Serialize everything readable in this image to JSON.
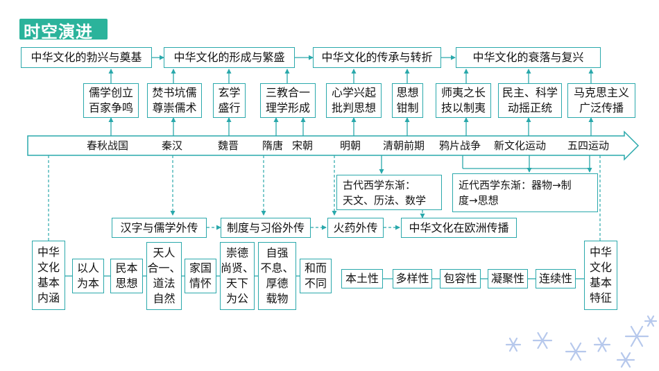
{
  "title": "时空演进",
  "top_row": [
    "中华文化的勃兴与奠基",
    "中华文化的形成与繁盛",
    "中华文化的传承与转折",
    "中华文化的衰落与复兴"
  ],
  "second_row": [
    "儒学创立\n百家争鸣",
    "焚书坑儒\n尊崇儒术",
    "玄学\n盛行",
    "三教合一\n理学形成",
    "心学兴起\n批判思想",
    "思想\n钳制",
    "师夷之长\n技以制夷",
    "民主、科学\n动摇正统",
    "马克思主义\n广泛传播"
  ],
  "timeline": [
    "春秋战国",
    "秦汉",
    "魏晋",
    "隋唐",
    "宋朝",
    "明朝",
    "清朝前期",
    "鸦片战争",
    "新文化运动",
    "五四运动"
  ],
  "west_learning": {
    "ancient": "古代西学东渐：\n天文、历法、数学",
    "modern": "近代西学东渐：器物→制\n度→思想"
  },
  "spread_row": [
    "汉字与儒学外传",
    "制度与习俗外传",
    "火药外传",
    "中华文化在欧洲传播"
  ],
  "connotation": {
    "head": "中华\n文化\n基本\n内涵",
    "items": [
      "以人\n为本",
      "民本\n思想",
      "天人\n合一、\n道法\n自然",
      "家国\n情怀",
      "崇德\n尚贤、\n天下\n为公",
      "自强\n不息、\n厚德\n载物",
      "和而\n不同"
    ]
  },
  "features": {
    "head": "中华\n文化\n基本\n特征",
    "items": [
      "本土性",
      "多样性",
      "包容性",
      "凝聚性",
      "连续性"
    ]
  },
  "colors": {
    "title_bg": "#2bb39b",
    "border": "#29a8ab",
    "flake": "#b6c8ec"
  }
}
